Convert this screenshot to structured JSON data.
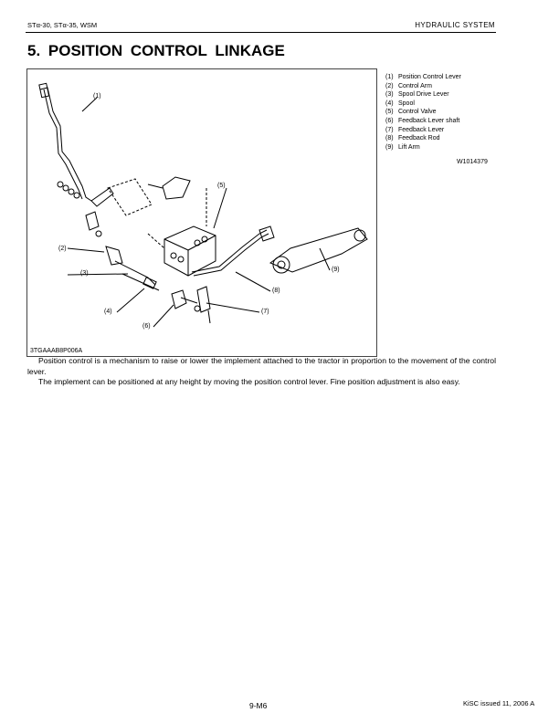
{
  "header": {
    "left": "STα-30, STα-35, WSM",
    "right": "HYDRAULIC  SYSTEM"
  },
  "title": "5.  POSITION  CONTROL  LINKAGE",
  "figure": {
    "code": "3TGAAAB8P006A",
    "callouts": [
      "(1)",
      "(2)",
      "(3)",
      "(4)",
      "(5)",
      "(6)",
      "(7)",
      "(8)",
      "(9)"
    ]
  },
  "legend": [
    {
      "num": "(1)",
      "label": "Position Control Lever"
    },
    {
      "num": "(2)",
      "label": "Control Arm"
    },
    {
      "num": "(3)",
      "label": "Spool Drive Lever"
    },
    {
      "num": "(4)",
      "label": "Spool"
    },
    {
      "num": "(5)",
      "label": "Control Valve"
    },
    {
      "num": "(6)",
      "label": "Feedback Lever shaft"
    },
    {
      "num": "(7)",
      "label": "Feedback Lever"
    },
    {
      "num": "(8)",
      "label": "Feedback Rod"
    },
    {
      "num": "(9)",
      "label": "Lift Arm"
    }
  ],
  "reference": "W1014379",
  "paragraphs": [
    "Position control is a mechanism to raise or lower the implement attached to the tractor in proportion to the movement of the control lever.",
    "The implement can be positioned at any height by moving the position control lever.  Fine position adjustment is also easy."
  ],
  "footer": {
    "page": "9-M6",
    "issued": "KiSC issued 11, 2006 A"
  }
}
